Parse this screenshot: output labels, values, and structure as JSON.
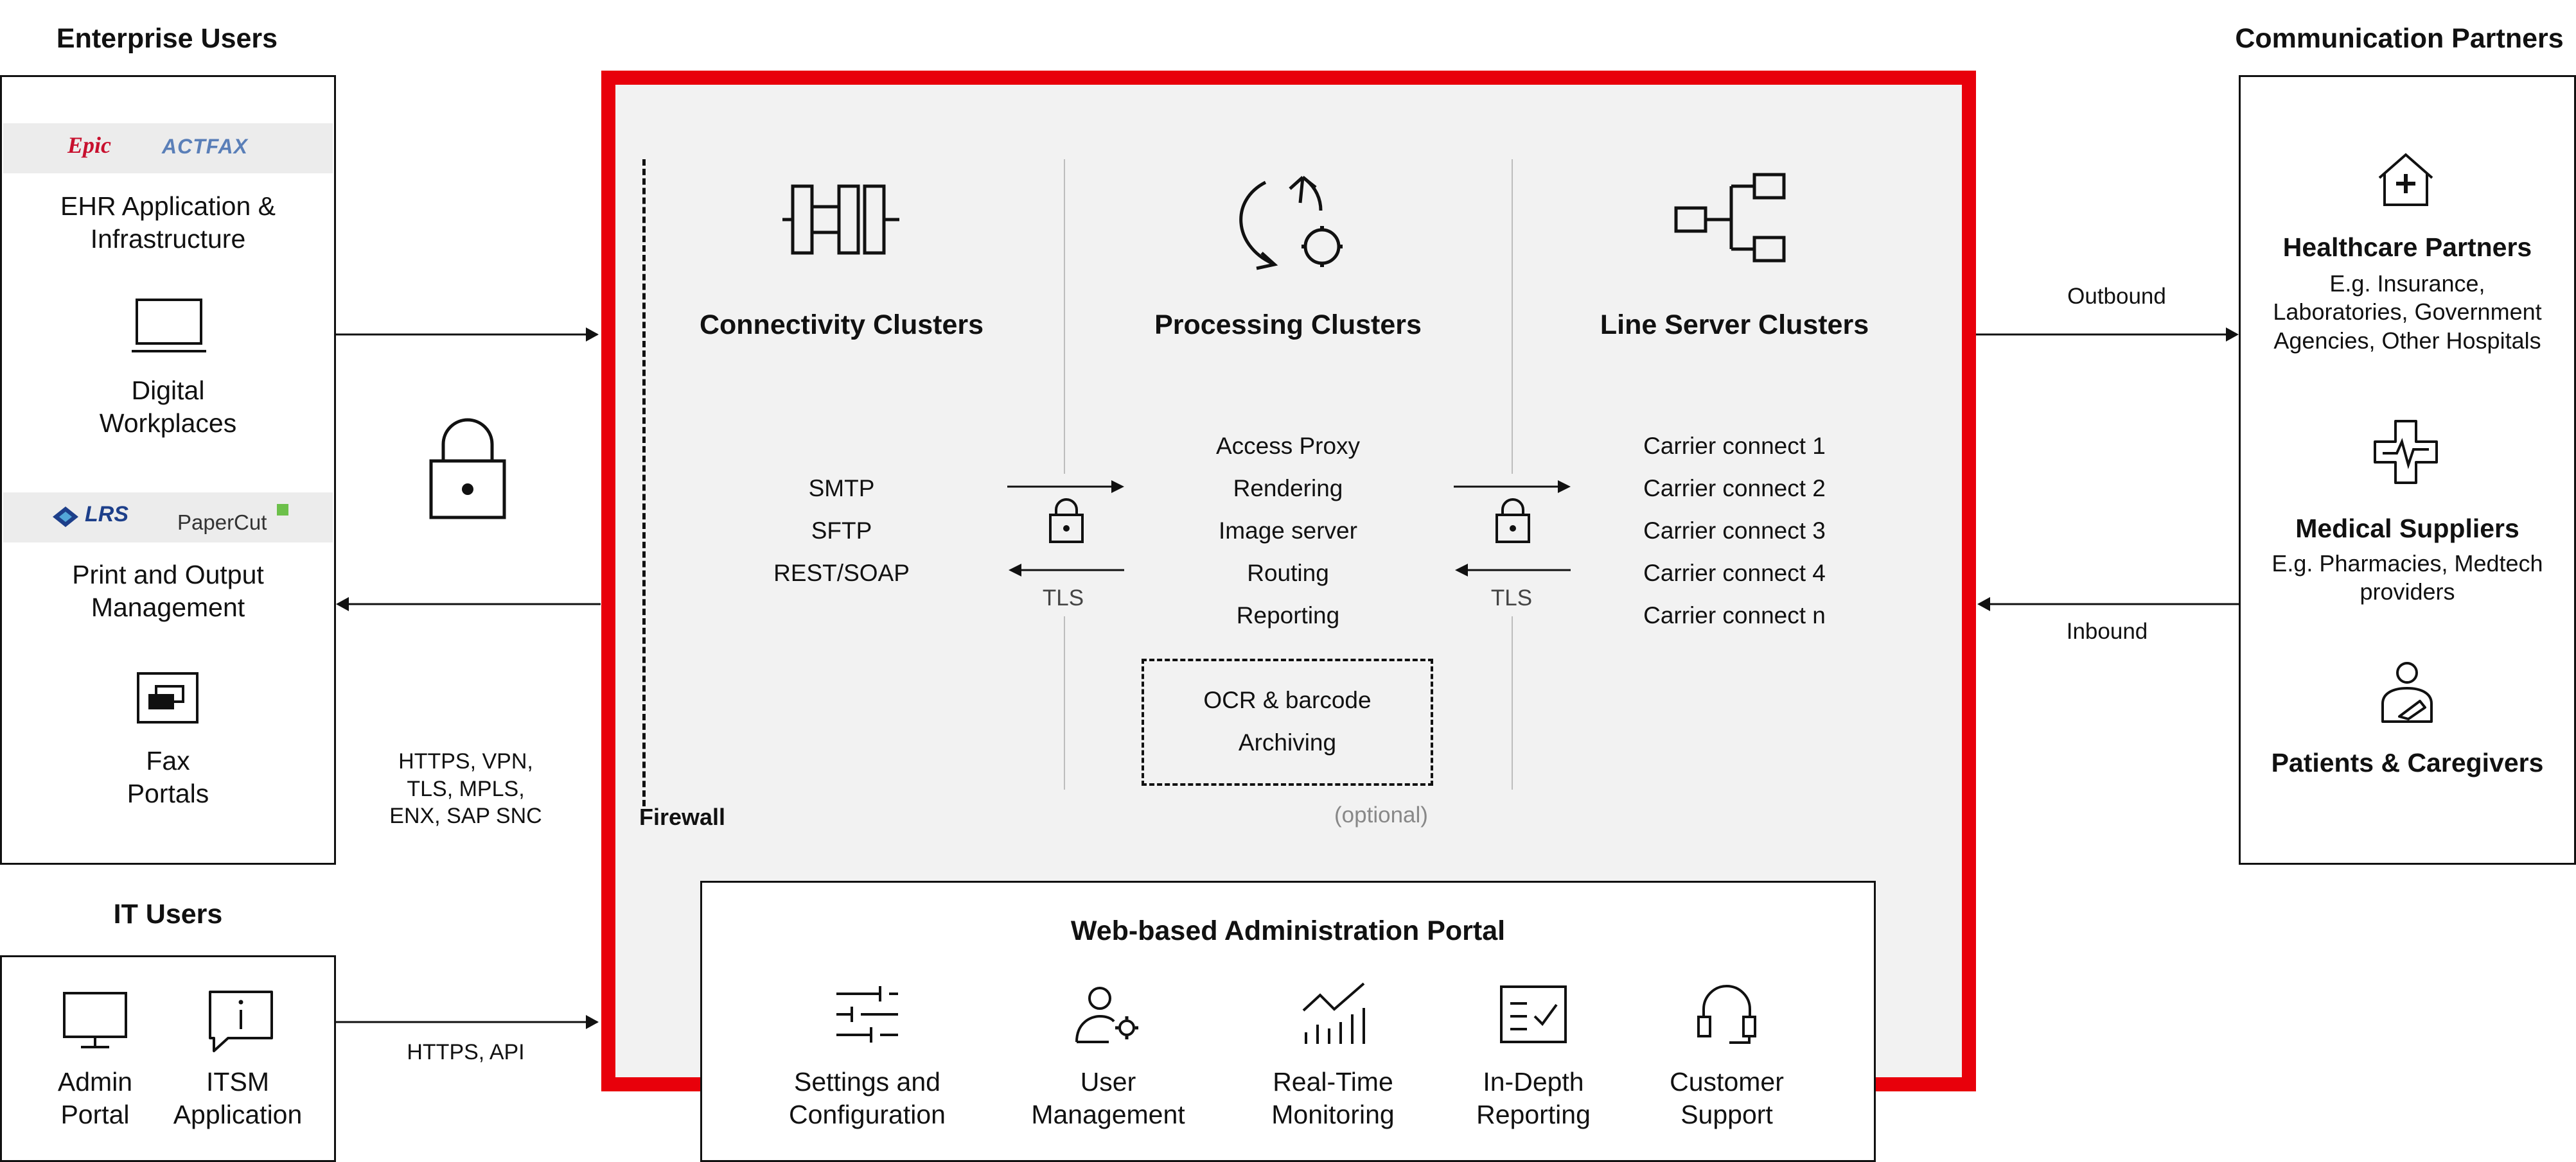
{
  "left": {
    "enterprise_title": "Enterprise Users",
    "logos_top": [
      "Epic",
      "ACTFAX"
    ],
    "ehr_label": "EHR Application &\nInfrastructure",
    "digital_label": "Digital\nWorkplaces",
    "logos_mid": [
      "LRS",
      "PaperCut"
    ],
    "print_label": "Print and Output\nManagement",
    "fax_label": "Fax\nPortals",
    "it_title": "IT Users",
    "admin_label": "Admin\nPortal",
    "itsm_label": "ITSM\nApplication"
  },
  "connections": {
    "protocols": "HTTPS, VPN,\nTLS, MPLS,\nENX, SAP SNC",
    "it_protocols": "HTTPS, API",
    "outbound": "Outbound",
    "inbound": "Inbound"
  },
  "center": {
    "firewall": "Firewall",
    "connectivity": {
      "title": "Connectivity Clusters",
      "items": [
        "SMTP",
        "SFTP",
        "REST/SOAP"
      ]
    },
    "processing": {
      "title": "Processing Clusters",
      "items": [
        "Access Proxy",
        "Rendering",
        "Image server",
        "Routing",
        "Reporting"
      ],
      "optional_items": [
        "OCR & barcode",
        "Archiving"
      ],
      "optional_label": "(optional)"
    },
    "line_server": {
      "title": "Line Server Clusters",
      "items": [
        "Carrier connect 1",
        "Carrier connect 2",
        "Carrier connect 3",
        "Carrier connect 4",
        "Carrier connect n"
      ]
    },
    "tls1": "TLS",
    "tls2": "TLS"
  },
  "portal": {
    "title": "Web-based Administration Portal",
    "items": [
      {
        "label": "Settings and\nConfiguration",
        "icon": "sliders-icon"
      },
      {
        "label": "User\nManagement",
        "icon": "user-gear-icon"
      },
      {
        "label": "Real-Time\nMonitoring",
        "icon": "chart-icon"
      },
      {
        "label": "In-Depth\nReporting",
        "icon": "report-icon"
      },
      {
        "label": "Customer\nSupport",
        "icon": "headset-icon"
      }
    ]
  },
  "right": {
    "title": "Communication Partners",
    "healthcare": {
      "title": "Healthcare Partners",
      "desc": "E.g. Insurance,\nLaboratories, Government\nAgencies, Other Hospitals"
    },
    "medical": {
      "title": "Medical Suppliers",
      "desc": "E.g. Pharmacies, Medtech\nproviders"
    },
    "patients": {
      "title": "Patients & Caregivers"
    }
  },
  "colors": {
    "firewall_red": "#e8000b",
    "panel_bg": "#f2f2f2",
    "line": "#111111",
    "muted": "#888888",
    "epic_red": "#c8102e",
    "actfax_blue": "#5a7fb8",
    "papercut_green": "#6cc04a"
  }
}
